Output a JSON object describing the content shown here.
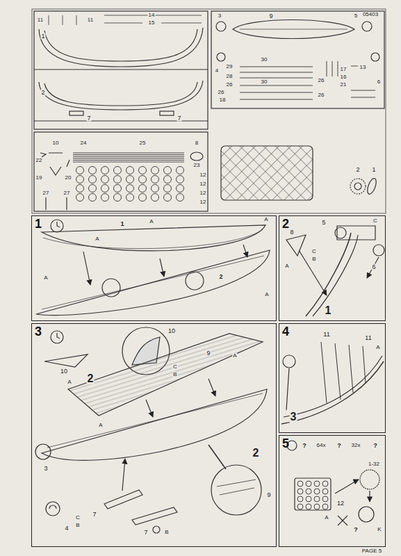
{
  "diagram": {
    "nodes": [
      {
        "text": [
          "1"
        ]
      },
      {
        "text": [
          "2"
        ]
      },
      {
        "text": [
          "3"
        ]
      },
      {
        "text": [
          "4"
        ]
      },
      {
        "text": [
          "5"
        ]
      }
    ],
    "labels": [
      "05403",
      "11",
      "11",
      "14",
      "15",
      "1",
      "2",
      "7",
      "7",
      "3",
      "9",
      "5",
      "4",
      "29",
      "30",
      "28",
      "26",
      "30",
      "18",
      "26",
      "13",
      "17",
      "16",
      "21",
      "26",
      "26",
      "6",
      "10",
      "24",
      "25",
      "8",
      "22",
      "19",
      "20",
      "23",
      "12",
      "12",
      "12",
      "12",
      "27",
      "27",
      "2",
      "1",
      "1",
      "A",
      "A",
      "A",
      "2",
      "A",
      "A",
      "5",
      "C",
      "8",
      "C",
      "B",
      "A",
      "6",
      "1",
      "10",
      "2",
      "10",
      "A",
      "C",
      "B",
      "9",
      "A",
      "A",
      "3",
      "2",
      "9",
      "4",
      "C",
      "B",
      "7",
      "7",
      "B",
      "11",
      "11",
      "A",
      "3",
      "?",
      "64x",
      "?",
      "32x",
      "?",
      "1-32",
      "12",
      "A",
      "?",
      "K",
      "PAGE 5"
    ]
  }
}
